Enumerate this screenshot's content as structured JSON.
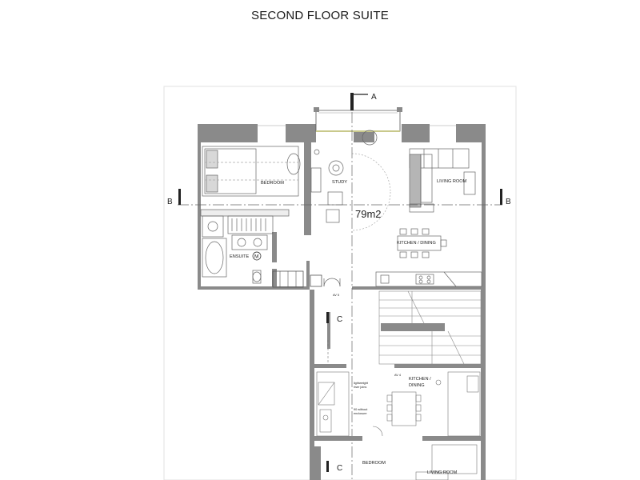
{
  "title": "SECOND FLOOR SUITE",
  "section_markers": {
    "a": "A",
    "b_left": "B",
    "b_right": "B",
    "c_upper": "C",
    "c_lower": "C"
  },
  "area": "79m2",
  "rooms": {
    "bedroom": "BEDROOM",
    "study": "STUDY",
    "living_room": "LIVING ROOM",
    "kitchen_dining": "KITCHEN / DINING",
    "ensuite": "ENSUITE",
    "ensuite_symbol": "M",
    "lower_kitchen": "KITCHEN /",
    "lower_dining": "DINING",
    "lower_bedroom": "BEDROOM",
    "lower_living": "LIVING ROOM"
  },
  "notes": {
    "note1_line1": "lightweight",
    "note1_line2": "riser joins",
    "note2_line1": "90 without",
    "note2_line2": "enclosure",
    "door_tag_1": "AV 5",
    "door_tag_2": "AV 4"
  },
  "colors": {
    "wall": "#8a8a8a",
    "wall_dark": "#6f6f6f",
    "line": "#444444",
    "light": "#bdbdbd",
    "glass": "#d4d4a0"
  }
}
